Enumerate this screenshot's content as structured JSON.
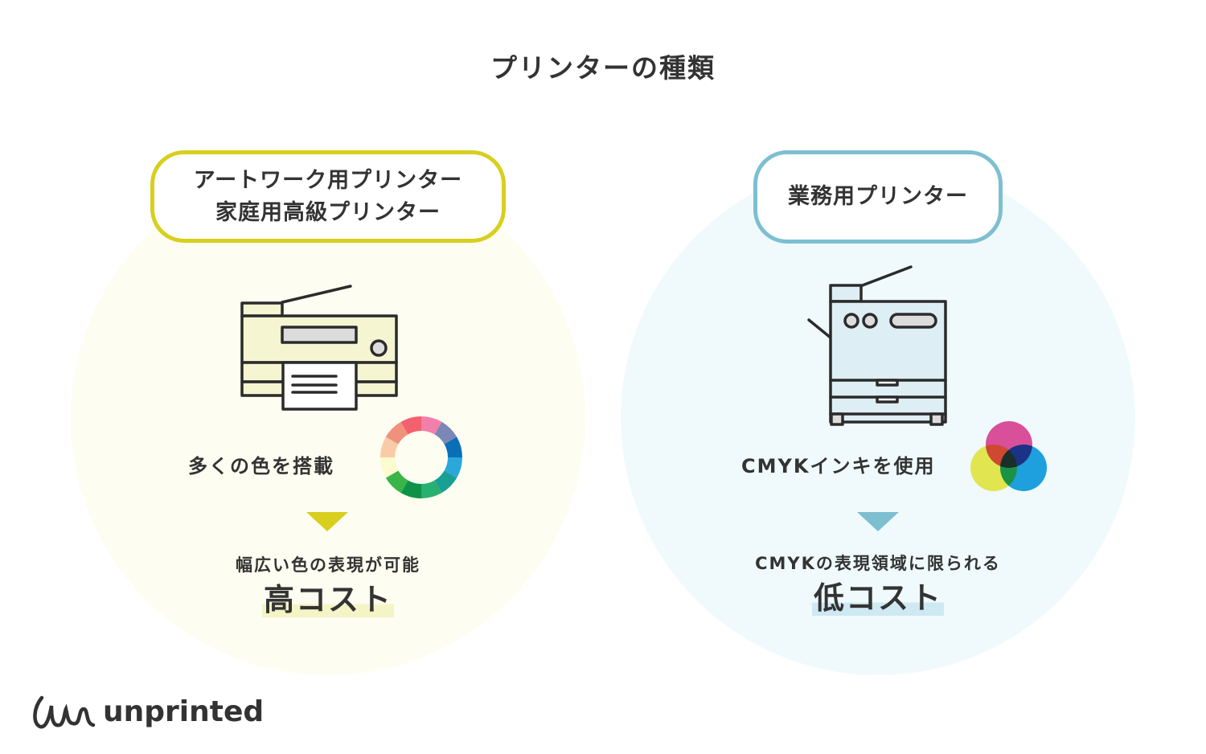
{
  "title": "プリンターの種類",
  "left": {
    "badge_line1": "アートワーク用プリンター",
    "badge_line2": "家庭用高級プリンター",
    "feature": "多くの色を搭載",
    "result": "幅広い色の表現が可能",
    "cost": "高コスト",
    "accent": "#d8cf1e"
  },
  "right": {
    "badge_line1": "業務用プリンター",
    "feature": "CMYKインキを使用",
    "result": "CMYKの表現領域に限られる",
    "cost": "低コスト",
    "accent": "#7dbfd0"
  },
  "color_wheel": [
    "#f27fab",
    "#7b87b5",
    "#0b6fb8",
    "#2aa8dc",
    "#1a9f95",
    "#27b06f",
    "#0d9348",
    "#3ab54a",
    "#fdfbd0",
    "#f9cba6",
    "#ef917c",
    "#f2616d"
  ],
  "cmyk_colors": [
    "#e8509a",
    "#f0ea50",
    "#1fa3e0"
  ],
  "logo": {
    "text": "unprinted"
  }
}
